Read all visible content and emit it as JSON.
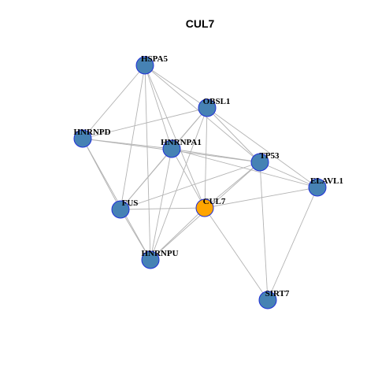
{
  "title": "CUL7",
  "colors": {
    "default_node": "#4682b4",
    "focus_node": "#ffa500",
    "node_border": "#1f2fd8",
    "edge": "#b3b3b3",
    "background": "#ffffff"
  },
  "nodes": [
    {
      "id": "HSPA5",
      "label": "HSPA5",
      "focus": false
    },
    {
      "id": "OBSL1",
      "label": "OBSL1",
      "focus": false
    },
    {
      "id": "HNRNPD",
      "label": "HNRNPD",
      "focus": false
    },
    {
      "id": "HNRNPA1",
      "label": "HNRNPA1",
      "focus": false
    },
    {
      "id": "TP53",
      "label": "TP53",
      "focus": false
    },
    {
      "id": "ELAVL1",
      "label": "ELAVL1",
      "focus": false
    },
    {
      "id": "FUS",
      "label": "FUS",
      "focus": false
    },
    {
      "id": "CUL7",
      "label": "CUL7",
      "focus": true
    },
    {
      "id": "HNRNPU",
      "label": "HNRNPU",
      "focus": false
    },
    {
      "id": "SIRT7",
      "label": "SIRT7",
      "focus": false
    }
  ],
  "edges": [
    [
      "HSPA5",
      "OBSL1"
    ],
    [
      "HSPA5",
      "HNRNPD"
    ],
    [
      "HSPA5",
      "HNRNPA1"
    ],
    [
      "HSPA5",
      "TP53"
    ],
    [
      "HSPA5",
      "FUS"
    ],
    [
      "HSPA5",
      "CUL7"
    ],
    [
      "HSPA5",
      "HNRNPU"
    ],
    [
      "OBSL1",
      "HNRNPD"
    ],
    [
      "OBSL1",
      "HNRNPA1"
    ],
    [
      "OBSL1",
      "TP53"
    ],
    [
      "OBSL1",
      "ELAVL1"
    ],
    [
      "OBSL1",
      "FUS"
    ],
    [
      "OBSL1",
      "CUL7"
    ],
    [
      "OBSL1",
      "HNRNPU"
    ],
    [
      "HNRNPD",
      "HNRNPA1"
    ],
    [
      "HNRNPD",
      "TP53"
    ],
    [
      "HNRNPD",
      "FUS"
    ],
    [
      "HNRNPD",
      "HNRNPU"
    ],
    [
      "HNRNPA1",
      "TP53"
    ],
    [
      "HNRNPA1",
      "ELAVL1"
    ],
    [
      "HNRNPA1",
      "FUS"
    ],
    [
      "HNRNPA1",
      "CUL7"
    ],
    [
      "HNRNPA1",
      "HNRNPU"
    ],
    [
      "TP53",
      "ELAVL1"
    ],
    [
      "TP53",
      "CUL7"
    ],
    [
      "TP53",
      "SIRT7"
    ],
    [
      "TP53",
      "FUS"
    ],
    [
      "TP53",
      "HNRNPU"
    ],
    [
      "ELAVL1",
      "CUL7"
    ],
    [
      "ELAVL1",
      "SIRT7"
    ],
    [
      "FUS",
      "CUL7"
    ],
    [
      "FUS",
      "HNRNPU"
    ],
    [
      "CUL7",
      "HNRNPU"
    ],
    [
      "CUL7",
      "SIRT7"
    ]
  ]
}
